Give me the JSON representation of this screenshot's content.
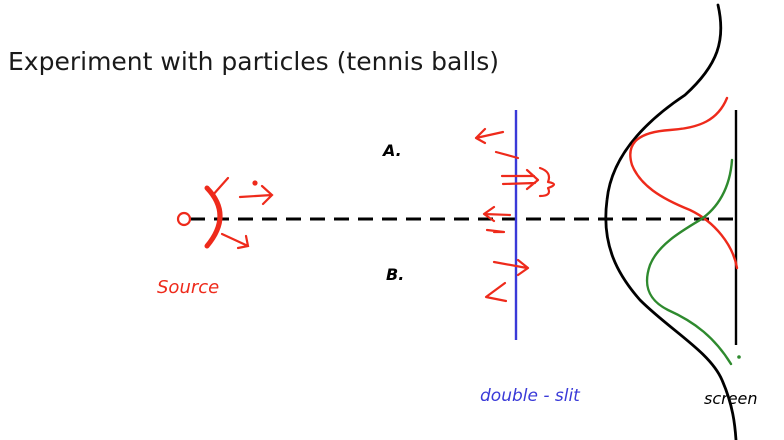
{
  "title": "Experiment with particles (tennis balls)",
  "labels": {
    "a": "A.",
    "b": "B.",
    "source": "Source",
    "double_slit": "double - slit",
    "screen": "screen"
  },
  "colors": {
    "ink": "#000000",
    "red": "#ee2a1b",
    "blue": "#3a3ad8",
    "green": "#2e8a2e"
  }
}
